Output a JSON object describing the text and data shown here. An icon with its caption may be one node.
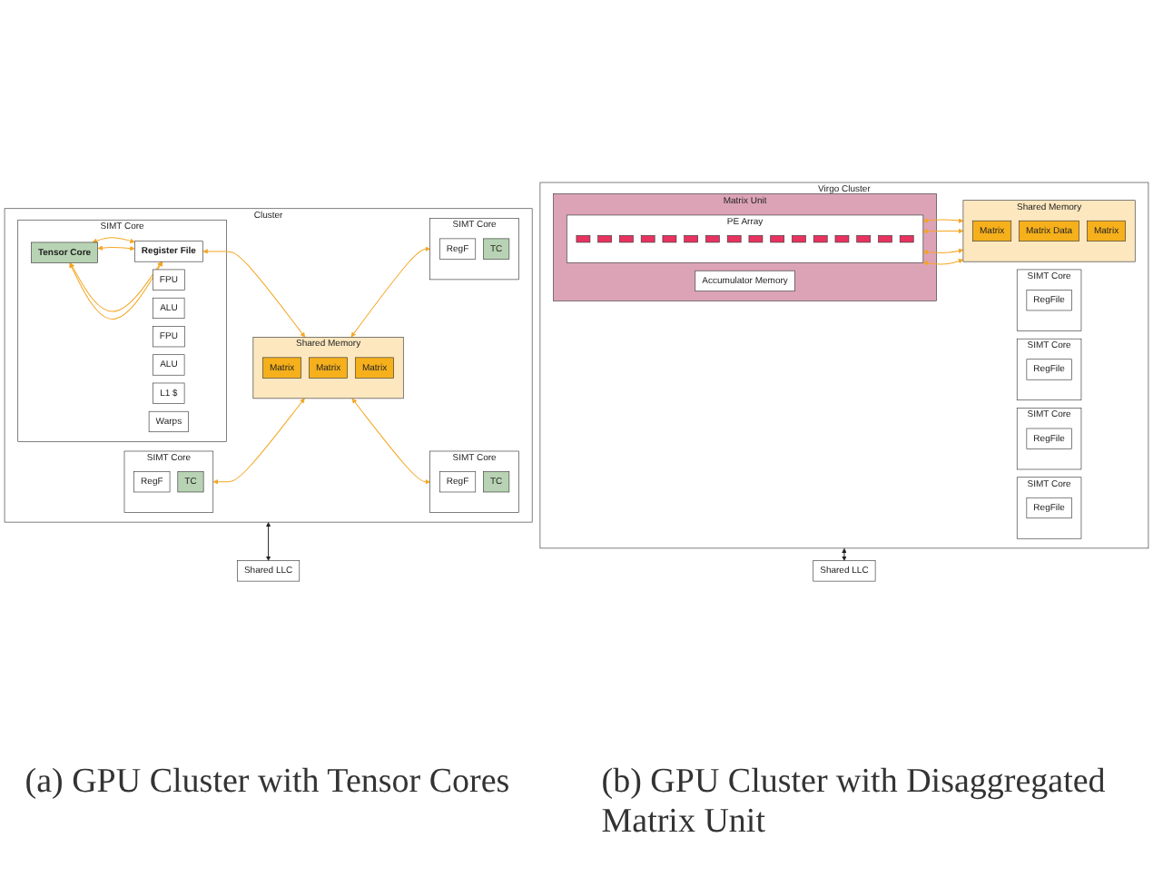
{
  "diagram": {
    "nodes": [
      {
        "text": [
          "Cluster"
        ]
      },
      {
        "text": [
          "SIMT Core"
        ],
        "in": 0
      },
      {
        "text": [
          "FPU"
        ],
        "in": 1
      },
      {
        "text": [
          "ALU"
        ],
        "in": 1
      },
      {
        "text": [
          "FPU"
        ],
        "in": 1
      },
      {
        "text": [
          "ALU"
        ],
        "in": 1
      },
      {
        "text": [
          "Tensor Core"
        ],
        "in": 1
      },
      {
        "text": [
          "Register File"
        ],
        "in": 1
      },
      {
        "text": [
          "L1 $"
        ],
        "in": 1
      },
      {
        "text": [
          "Warps"
        ],
        "in": 1
      },
      {
        "text": [
          "SIMT Core"
        ],
        "in": 0
      },
      {
        "text": [
          "RegF"
        ],
        "in": 10
      },
      {
        "text": [
          "TC"
        ],
        "in": 10
      },
      {
        "text": [
          "SIMT Core"
        ],
        "in": 0
      },
      {
        "text": [
          "RegF"
        ],
        "in": 13
      },
      {
        "text": [
          "TC"
        ],
        "in": 13
      },
      {
        "text": [
          "SIMT Core"
        ],
        "in": 0
      },
      {
        "text": [
          "RegF"
        ],
        "in": 16
      },
      {
        "text": [
          "TC"
        ],
        "in": 16
      },
      {
        "text": [
          "Shared Memory"
        ],
        "in": 0
      },
      {
        "text": [
          "Matrix"
        ],
        "in": 19
      },
      {
        "text": [
          "Matrix"
        ],
        "in": 19
      },
      {
        "text": [
          "Matrix"
        ],
        "in": 19
      },
      {
        "text": [
          "Shared LLC"
        ]
      },
      {
        "text": [
          "Virgo Cluster"
        ]
      },
      {
        "text": [
          "SIMT Core"
        ],
        "in": 24
      },
      {
        "text": [
          "RegFile"
        ],
        "in": 25
      },
      {
        "text": [
          "SIMT Core"
        ],
        "in": 24
      },
      {
        "text": [
          "RegFile"
        ],
        "in": 27
      },
      {
        "text": [
          "SIMT Core"
        ],
        "in": 24
      },
      {
        "text": [
          "RegFile"
        ],
        "in": 29
      },
      {
        "text": [
          "SIMT Core"
        ],
        "in": 24
      },
      {
        "text": [
          "RegFile"
        ],
        "in": 31
      },
      {
        "text": [
          "Matrix Unit"
        ],
        "in": 24
      },
      {
        "text": [
          "Accumulator Memory"
        ],
        "in": 33
      },
      {
        "text": [
          "PE Array"
        ],
        "in": 33
      },
      {
        "text": [],
        "shape": "box",
        "in": 35
      },
      {
        "text": [],
        "shape": "box",
        "in": 35
      },
      {
        "text": [],
        "shape": "box",
        "in": 35
      },
      {
        "text": [],
        "shape": "box",
        "in": 35
      },
      {
        "text": [],
        "shape": "box",
        "in": 35
      },
      {
        "text": [],
        "shape": "box",
        "in": 35
      },
      {
        "text": [],
        "shape": "box",
        "in": 35
      },
      {
        "text": [],
        "shape": "box",
        "in": 35
      },
      {
        "text": [],
        "shape": "box",
        "in": 35
      },
      {
        "text": [],
        "shape": "box",
        "in": 35
      },
      {
        "text": [],
        "shape": "box",
        "in": 35
      },
      {
        "text": [],
        "shape": "box",
        "in": 35
      },
      {
        "text": [],
        "shape": "box",
        "in": 35
      },
      {
        "text": [],
        "shape": "box",
        "in": 35
      },
      {
        "text": [],
        "shape": "box",
        "in": 35
      },
      {
        "text": [],
        "shape": "box",
        "in": 35
      },
      {
        "text": [
          "Shared Memory"
        ],
        "in": 24
      },
      {
        "text": [
          "Matrix"
        ],
        "in": 52
      },
      {
        "text": [
          "Matrix Data"
        ],
        "in": 52
      },
      {
        "text": [
          "Matrix"
        ],
        "in": 52
      },
      {
        "text": [
          "Shared LLC"
        ]
      }
    ],
    "edges": [
      {
        "from": 6,
        "to": 7,
        "arrow": "both"
      },
      {
        "from": 6,
        "to": 7,
        "arrow": "both"
      },
      {
        "from": 6,
        "to": 7,
        "arrow": "both"
      },
      {
        "from": 6,
        "to": 7,
        "arrow": "both"
      },
      {
        "from": 7,
        "to": 19,
        "arrow": "both"
      },
      {
        "from": 16,
        "to": 19,
        "arrow": "both"
      },
      {
        "from": 19,
        "to": 13,
        "arrow": "both"
      },
      {
        "from": 19,
        "to": 10,
        "arrow": "both"
      },
      {
        "from": 0,
        "to": 23,
        "arrow": "both",
        "color": "#222222"
      },
      {
        "from": 35,
        "to": 52,
        "arrow": "both"
      },
      {
        "from": 35,
        "to": 52,
        "arrow": "both"
      },
      {
        "from": 35,
        "to": 52,
        "arrow": "both"
      },
      {
        "from": 35,
        "to": 52,
        "arrow": "both"
      },
      {
        "from": 24,
        "to": 56,
        "arrow": "both",
        "color": "#222222"
      }
    ],
    "labels": [
      "(a) GPU Cluster with Tensor Cores",
      "(b) GPU Cluster with Disaggregated Matrix Unit"
    ]
  }
}
